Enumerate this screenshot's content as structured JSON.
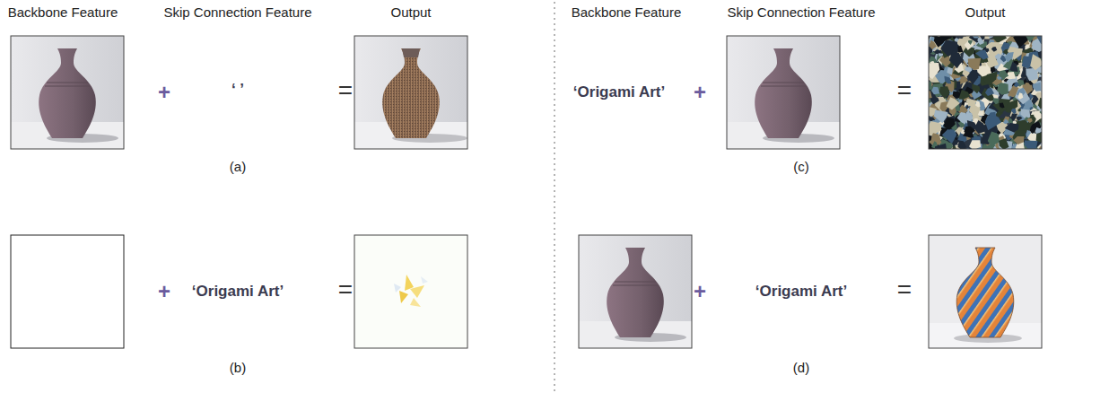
{
  "diagram": {
    "labels": [
      "Backbone Feature",
      "Skip Connection Feature",
      "Output",
      "Backbone Feature",
      "Skip Connection Feature",
      "Output",
      "+",
      "‘ ’",
      "=",
      "(a)",
      "‘Origami Art’",
      "+",
      "=",
      "(c)",
      "+",
      "‘Origami Art’",
      "=",
      "(b)",
      "+",
      "‘Origami Art’",
      "=",
      "(d)"
    ]
  }
}
